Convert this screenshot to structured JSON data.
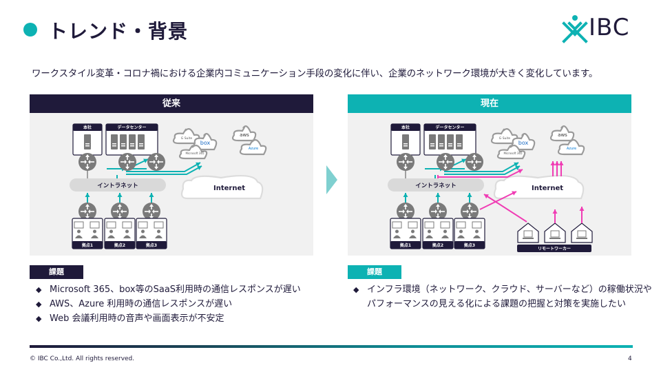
{
  "header": {
    "title": "トレンド・背景",
    "logo_text": "IBC"
  },
  "lead": "ワークスタイル変革・コロナ禍における企業内コミュニケーション手段の変化に伴い、企業のネットワーク環境が大きく変化しています。",
  "colors": {
    "navy": "#1f1a3a",
    "teal": "#0db2b3",
    "pink": "#f03cb4",
    "panel_bg": "#f1f1f1",
    "device_gray": "#7a7a7a"
  },
  "left_panel": {
    "heading": "従来",
    "diagram": {
      "hq_label": "本社",
      "dc_label": "データセンター",
      "intranet_label": "イントラネット",
      "internet_label": "Internet",
      "cloud_services": [
        "G Suite",
        "box",
        "Microsoft 365",
        "aws",
        "Azure"
      ],
      "branches": [
        "拠点1",
        "拠点2",
        "拠点3"
      ]
    },
    "issue_tag": "課題",
    "issues": [
      "Microsoft 365、box等のSaaS利用時の通信レスポンスが遅い",
      "AWS、Azure 利用時の通信レスポンスが遅い",
      "Web 会議利用時の音声や画面表示が不安定"
    ]
  },
  "right_panel": {
    "heading": "現在",
    "diagram": {
      "hq_label": "本社",
      "dc_label": "データセンター",
      "intranet_label": "イントラネット",
      "internet_label": "Internet",
      "cloud_services": [
        "G Suite",
        "box",
        "Microsoft 365",
        "aws",
        "Azure"
      ],
      "branches": [
        "拠点1",
        "拠点2",
        "拠点3"
      ],
      "remote_label": "リモートワーカー"
    },
    "issue_tag": "課題",
    "issues": [
      "インフラ環境（ネットワーク、クラウド、サーバーなど）の稼働状況や\nパフォーマンスの見える化による課題の把握と対策を実施したい"
    ],
    "issue_lines": [
      "インフラ環境（ネットワーク、クラウド、サーバーなど）の稼働状況や",
      "パフォーマンスの見える化による課題の把握と対策を実施したい"
    ]
  },
  "bullet_glyph": "◆",
  "footer": {
    "copyright": "© IBC Co.,Ltd. All rights reserved.",
    "page_number": "4"
  }
}
